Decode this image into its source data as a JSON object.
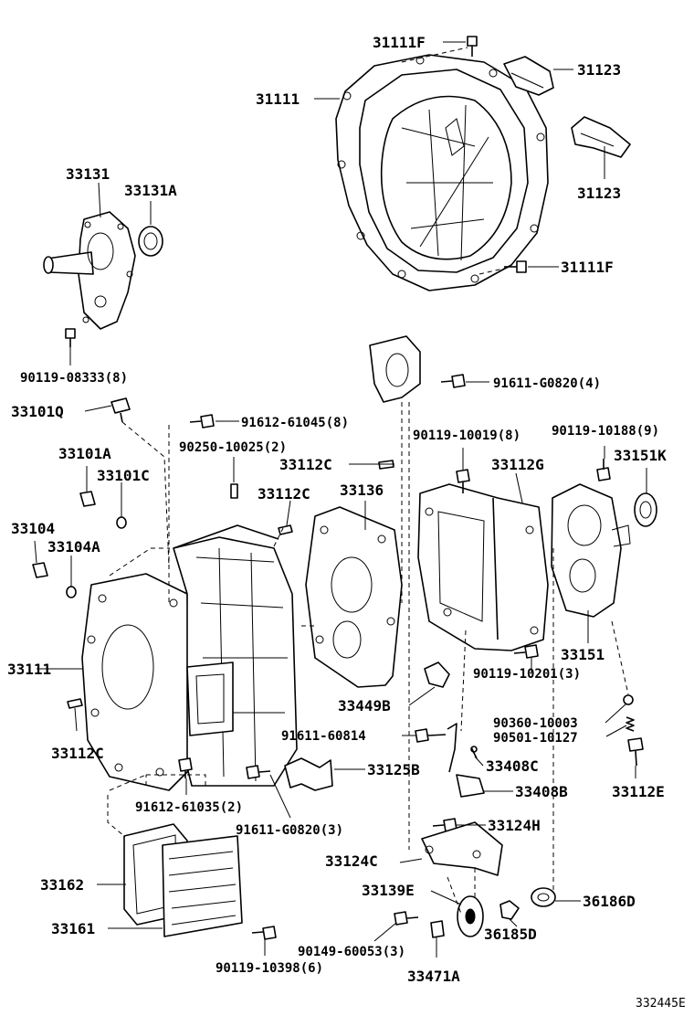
{
  "diagram_id": "332445E",
  "parts": {
    "p31111F_top": "31111F",
    "p31123_top": "31123",
    "p31111": "31111",
    "p31123_low": "31123",
    "p31111F_low": "31111F",
    "p33131": "33131",
    "p33131A": "33131A",
    "p90119_08333": "90119-08333(8)",
    "p91611_G0820_4": "91611-G0820(4)",
    "p33101Q": "33101Q",
    "p91612_61045": "91612-61045(8)",
    "p90119_10019": "90119-10019(8)",
    "p90119_10188": "90119-10188(9)",
    "p90250_10025": "90250-10025(2)",
    "p33101A": "33101A",
    "p33112C_top": "33112C",
    "p33112G": "33112G",
    "p33151K": "33151K",
    "p33101C": "33101C",
    "p33112C_mid": "33112C",
    "p33136": "33136",
    "p33104": "33104",
    "p33104A": "33104A",
    "p33151": "33151",
    "p33111": "33111",
    "p90119_10201": "90119-10201(3)",
    "p33449B": "33449B",
    "p90360_10003": "90360-10003",
    "p91611_60814": "91611-60814",
    "p90501_10127": "90501-10127",
    "p33112C_low": "33112C",
    "p33408C": "33408C",
    "p33125B": "33125B",
    "p91612_61035": "91612-61035(2)",
    "p33408B": "33408B",
    "p33112E": "33112E",
    "p91611_G0820_3": "91611-G0820(3)",
    "p33124H": "33124H",
    "p33124C": "33124C",
    "p33162": "33162",
    "p33139E": "33139E",
    "p36186D": "36186D",
    "p33161": "33161",
    "p90149_60053": "90149-60053(3)",
    "p36185D": "36185D",
    "p90119_10398": "90119-10398(6)",
    "p33471A": "33471A"
  }
}
